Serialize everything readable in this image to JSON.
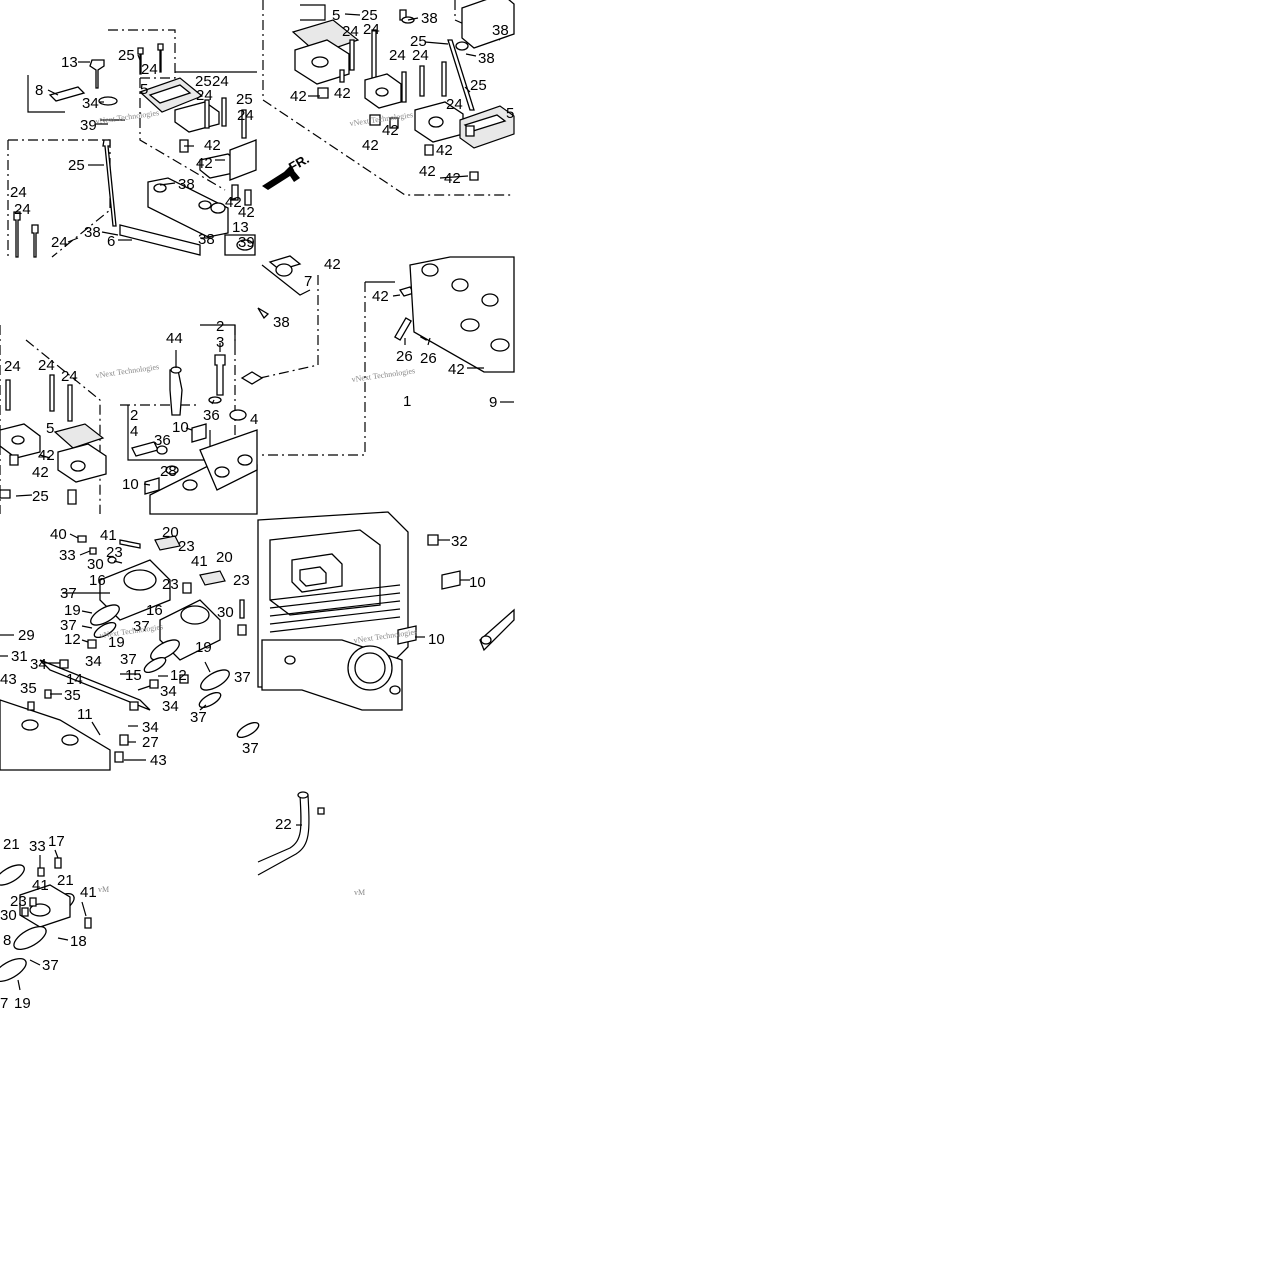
{
  "callouts": [
    {
      "id": "c-13a",
      "text": "13"
    },
    {
      "id": "c-8",
      "text": "8"
    },
    {
      "id": "c-34a",
      "text": "34"
    },
    {
      "id": "c-39a",
      "text": "39"
    },
    {
      "id": "c-25a",
      "text": "25"
    },
    {
      "id": "c-24a",
      "text": "24"
    },
    {
      "id": "c-25b",
      "text": "25"
    },
    {
      "id": "c-24b",
      "text": "24"
    },
    {
      "id": "c-5a",
      "text": "5"
    },
    {
      "id": "c-25c",
      "text": "25"
    },
    {
      "id": "c-24c",
      "text": "24"
    },
    {
      "id": "c-24d",
      "text": "24"
    },
    {
      "id": "c-25d",
      "text": "25"
    },
    {
      "id": "c-24e",
      "text": "24"
    },
    {
      "id": "c-42a",
      "text": "42"
    },
    {
      "id": "c-42b",
      "text": "42"
    },
    {
      "id": "c-38a",
      "text": "38"
    },
    {
      "id": "c-42c",
      "text": "42"
    },
    {
      "id": "c-42d",
      "text": "42"
    },
    {
      "id": "c-13b",
      "text": "13"
    },
    {
      "id": "c-39b",
      "text": "39"
    },
    {
      "id": "c-38b",
      "text": "38"
    },
    {
      "id": "c-6",
      "text": "6"
    },
    {
      "id": "c-38c",
      "text": "38"
    },
    {
      "id": "c-24f",
      "text": "24"
    },
    {
      "id": "c-24g",
      "text": "24"
    },
    {
      "id": "c-5b",
      "text": "5"
    },
    {
      "id": "c-25e",
      "text": "25"
    },
    {
      "id": "c-38d",
      "text": "38"
    },
    {
      "id": "c-24h",
      "text": "24"
    },
    {
      "id": "c-24i",
      "text": "24"
    },
    {
      "id": "c-38e",
      "text": "38"
    },
    {
      "id": "c-25f",
      "text": "25"
    },
    {
      "id": "c-24j",
      "text": "24"
    },
    {
      "id": "c-24k",
      "text": "24"
    },
    {
      "id": "c-38f",
      "text": "38"
    },
    {
      "id": "c-25g",
      "text": "25"
    },
    {
      "id": "c-42e",
      "text": "42"
    },
    {
      "id": "c-42f",
      "text": "42"
    },
    {
      "id": "c-24l",
      "text": "24"
    },
    {
      "id": "c-5c",
      "text": "5"
    },
    {
      "id": "c-42g",
      "text": "42"
    },
    {
      "id": "c-42h",
      "text": "42"
    },
    {
      "id": "c-42i",
      "text": "42"
    },
    {
      "id": "c-42j",
      "text": "42"
    },
    {
      "id": "c-42k",
      "text": "42"
    },
    {
      "id": "c-24m",
      "text": "24"
    },
    {
      "id": "c-24n",
      "text": "24"
    },
    {
      "id": "c-24o",
      "text": "24"
    },
    {
      "id": "c-44",
      "text": "44"
    },
    {
      "id": "c-2a",
      "text": "2"
    },
    {
      "id": "c-3",
      "text": "3"
    },
    {
      "id": "c-36a",
      "text": "36"
    },
    {
      "id": "c-2b",
      "text": "2"
    },
    {
      "id": "c-10a",
      "text": "10"
    },
    {
      "id": "c-4a",
      "text": "4"
    },
    {
      "id": "c-36b",
      "text": "36"
    },
    {
      "id": "c-5d",
      "text": "5"
    },
    {
      "id": "c-42l",
      "text": "42"
    },
    {
      "id": "c-42m",
      "text": "42"
    },
    {
      "id": "c-28",
      "text": "28"
    },
    {
      "id": "c-10b",
      "text": "10"
    },
    {
      "id": "c-25h",
      "text": "25"
    },
    {
      "id": "c-4b",
      "text": "4"
    },
    {
      "id": "c-42n",
      "text": "42"
    },
    {
      "id": "c-7",
      "text": "7"
    },
    {
      "id": "c-38g",
      "text": "38"
    },
    {
      "id": "c-42o",
      "text": "42"
    },
    {
      "id": "c-26a",
      "text": "26"
    },
    {
      "id": "c-26b",
      "text": "26"
    },
    {
      "id": "c-42p",
      "text": "42"
    },
    {
      "id": "c-1",
      "text": "1"
    },
    {
      "id": "c-9",
      "text": "9"
    },
    {
      "id": "c-40",
      "text": "40"
    },
    {
      "id": "c-41a",
      "text": "41"
    },
    {
      "id": "c-20a",
      "text": "20"
    },
    {
      "id": "c-33a",
      "text": "33"
    },
    {
      "id": "c-23a",
      "text": "23"
    },
    {
      "id": "c-23b",
      "text": "23"
    },
    {
      "id": "c-30a",
      "text": "30"
    },
    {
      "id": "c-41b",
      "text": "41"
    },
    {
      "id": "c-20b",
      "text": "20"
    },
    {
      "id": "c-16a",
      "text": "16"
    },
    {
      "id": "c-23c",
      "text": "23"
    },
    {
      "id": "c-23d",
      "text": "23"
    },
    {
      "id": "c-37a",
      "text": "37"
    },
    {
      "id": "c-19a",
      "text": "19"
    },
    {
      "id": "c-16b",
      "text": "16"
    },
    {
      "id": "c-30b",
      "text": "30"
    },
    {
      "id": "c-37b",
      "text": "37"
    },
    {
      "id": "c-37c",
      "text": "37"
    },
    {
      "id": "c-29",
      "text": "29"
    },
    {
      "id": "c-12a",
      "text": "12"
    },
    {
      "id": "c-19b",
      "text": "19"
    },
    {
      "id": "c-19c",
      "text": "19"
    },
    {
      "id": "c-31",
      "text": "31"
    },
    {
      "id": "c-34b",
      "text": "34"
    },
    {
      "id": "c-34c",
      "text": "34"
    },
    {
      "id": "c-37d",
      "text": "37"
    },
    {
      "id": "c-15",
      "text": "15"
    },
    {
      "id": "c-37e",
      "text": "37"
    },
    {
      "id": "c-43a",
      "text": "43"
    },
    {
      "id": "c-14",
      "text": "14"
    },
    {
      "id": "c-12b",
      "text": "12"
    },
    {
      "id": "c-35a",
      "text": "35"
    },
    {
      "id": "c-35b",
      "text": "35"
    },
    {
      "id": "c-34d",
      "text": "34"
    },
    {
      "id": "c-34e",
      "text": "34"
    },
    {
      "id": "c-11",
      "text": "11"
    },
    {
      "id": "c-37f",
      "text": "37"
    },
    {
      "id": "c-34f",
      "text": "34"
    },
    {
      "id": "c-27",
      "text": "27"
    },
    {
      "id": "c-43b",
      "text": "43"
    },
    {
      "id": "c-37g",
      "text": "37"
    },
    {
      "id": "c-32",
      "text": "32"
    },
    {
      "id": "c-10c",
      "text": "10"
    },
    {
      "id": "c-10d",
      "text": "10"
    },
    {
      "id": "c-21a",
      "text": "21"
    },
    {
      "id": "c-33b",
      "text": "33"
    },
    {
      "id": "c-17",
      "text": "17"
    },
    {
      "id": "c-41c",
      "text": "41"
    },
    {
      "id": "c-21b",
      "text": "21"
    },
    {
      "id": "c-41d",
      "text": "41"
    },
    {
      "id": "c-23e",
      "text": "23"
    },
    {
      "id": "c-30c",
      "text": "30"
    },
    {
      "id": "c-8b",
      "text": "8"
    },
    {
      "id": "c-18",
      "text": "18"
    },
    {
      "id": "c-37h",
      "text": "37"
    },
    {
      "id": "c-7b",
      "text": "7"
    },
    {
      "id": "c-19d",
      "text": "19"
    },
    {
      "id": "c-22",
      "text": "22"
    }
  ],
  "front_marker": "FR.",
  "watermark": {
    "brand": "vNext Technologies",
    "short": "vM"
  }
}
